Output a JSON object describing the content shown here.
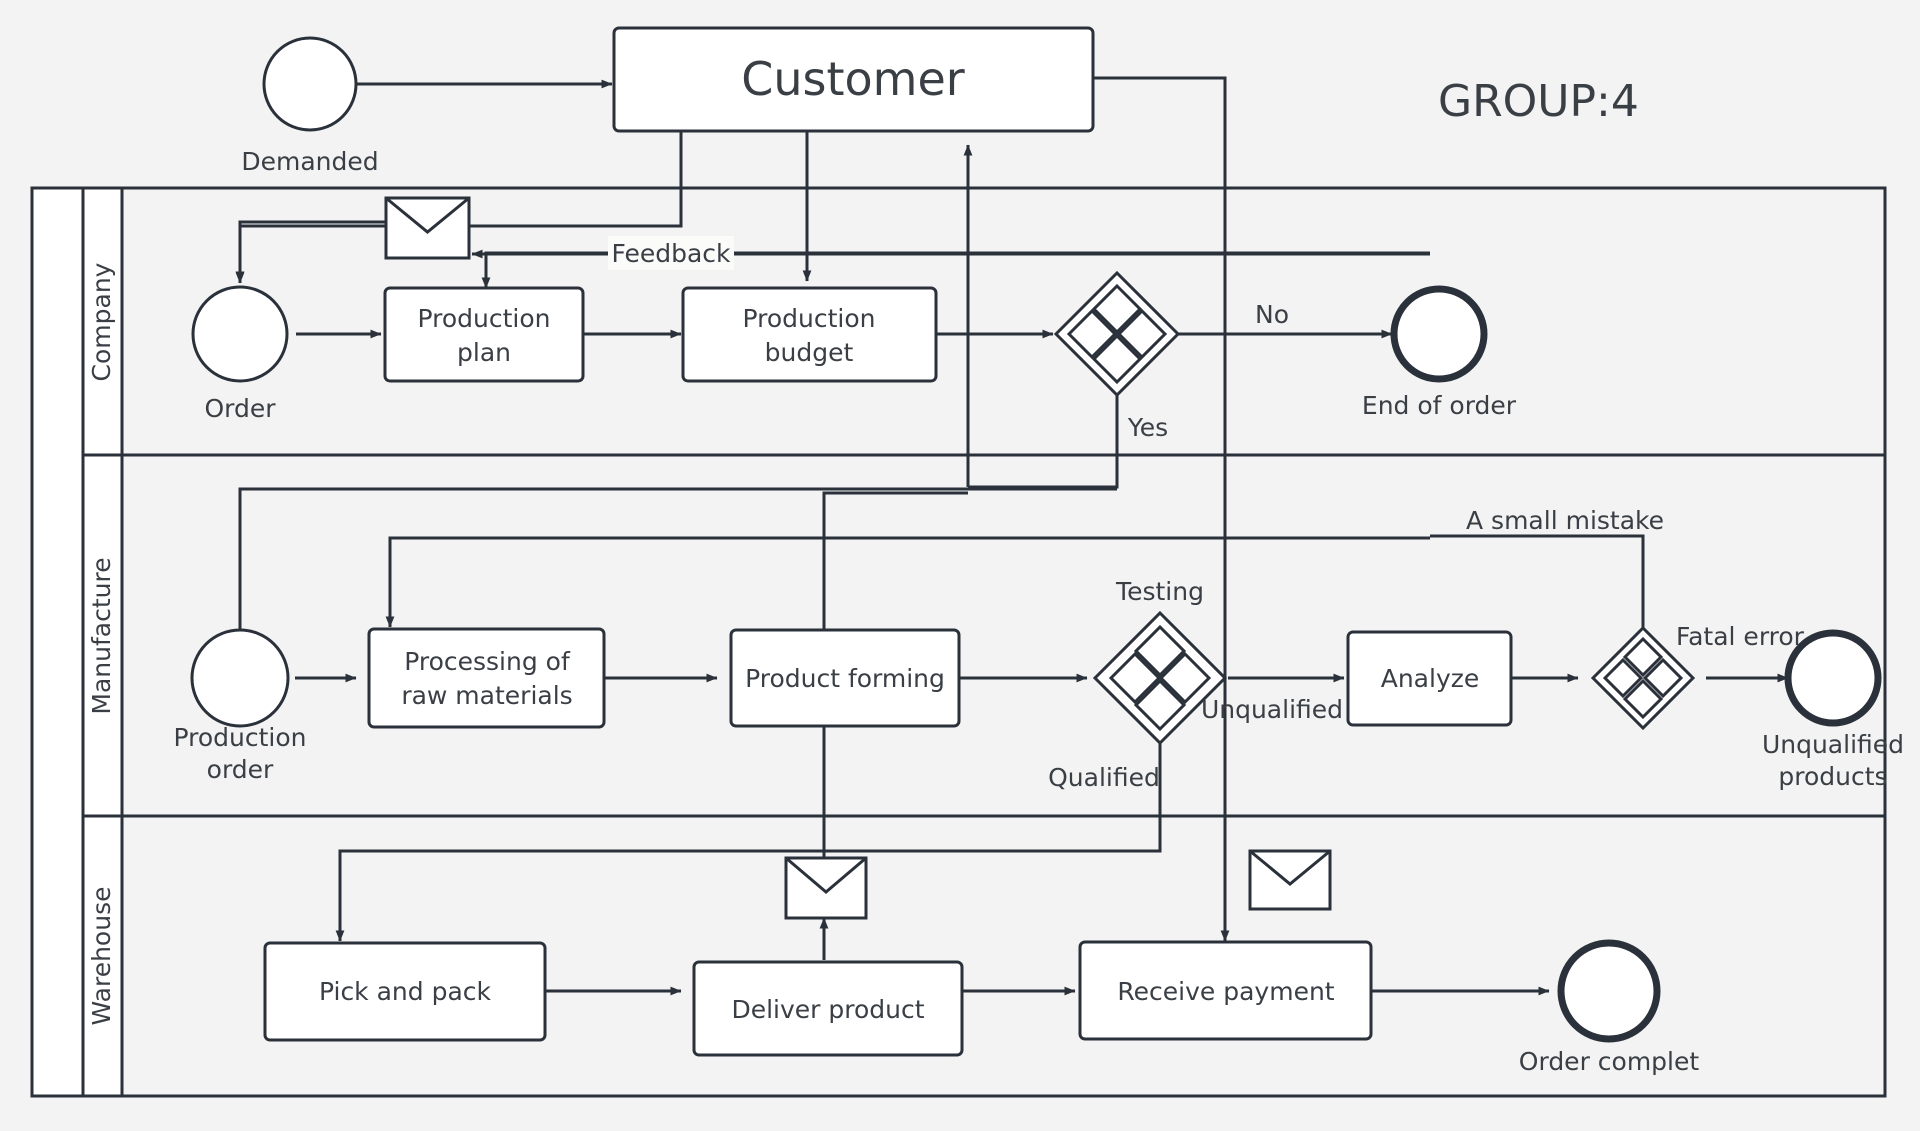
{
  "diagram": {
    "type": "bpmn-process-flow",
    "group_label": "GROUP:4",
    "participant_title": "Customer",
    "pool_lanes": [
      "Company",
      "Manufacture",
      "Warehouse"
    ],
    "background_color": "#f2f3f2",
    "stroke_color": "#2b313a",
    "shape_fill": "#ffffff"
  },
  "events": {
    "demanded": "Demanded",
    "order": "Order",
    "end_of_order": "End of order",
    "production_order": "Production order",
    "production_order_line1": "Production",
    "production_order_line2": "order",
    "unqualified_products": "Unqualified products",
    "unqualified_products_line1": "Unqualified",
    "unqualified_products_line2": "products",
    "order_complet": "Order complet"
  },
  "tasks": {
    "production_plan_line1": "Production",
    "production_plan_line2": "plan",
    "production_budget_line1": "Production",
    "production_budget_line2": "budget",
    "processing_raw_line1": "Processing of",
    "processing_raw_line2": "raw materials",
    "product_forming": "Product forming",
    "analyze": "Analyze",
    "pick_and_pack": "Pick and pack",
    "deliver_product": "Deliver product",
    "receive_payment": "Receive payment"
  },
  "gateways": {
    "approval": "",
    "testing_label": "Testing",
    "error_gateway": ""
  },
  "edge_labels": {
    "feedback": "Feedback",
    "no": "No",
    "yes": "Yes",
    "qualified": "Qualified",
    "unqualified": "Unqualified",
    "a_small_mistake": "A small mistake",
    "fatal_error": "Fatal error"
  },
  "icons": {
    "message_company": "envelope-icon",
    "message_warehouse_deliver": "envelope-icon",
    "message_warehouse_payment": "envelope-icon"
  }
}
